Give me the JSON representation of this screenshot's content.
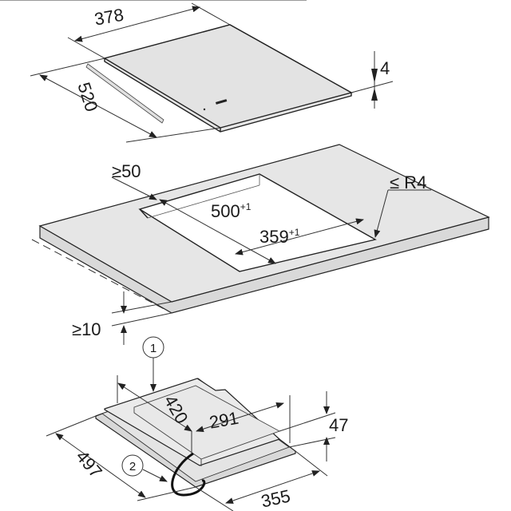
{
  "hob": {
    "width": "378",
    "depth": "520",
    "glass_thickness": "4"
  },
  "cutout": {
    "min_rear_distance": "≥50",
    "corner_radius": "≤ R4",
    "cutout_depth": "500",
    "cutout_depth_tolerance": "+1",
    "cutout_width": "359",
    "cutout_width_tolerance": "+1",
    "min_worktop_thickness": "≥10"
  },
  "underside": {
    "callout_1": "1",
    "callout_2": "2",
    "body_depth": "420",
    "body_width": "291",
    "install_height": "47",
    "frame_depth": "497",
    "frame_width": "355"
  }
}
